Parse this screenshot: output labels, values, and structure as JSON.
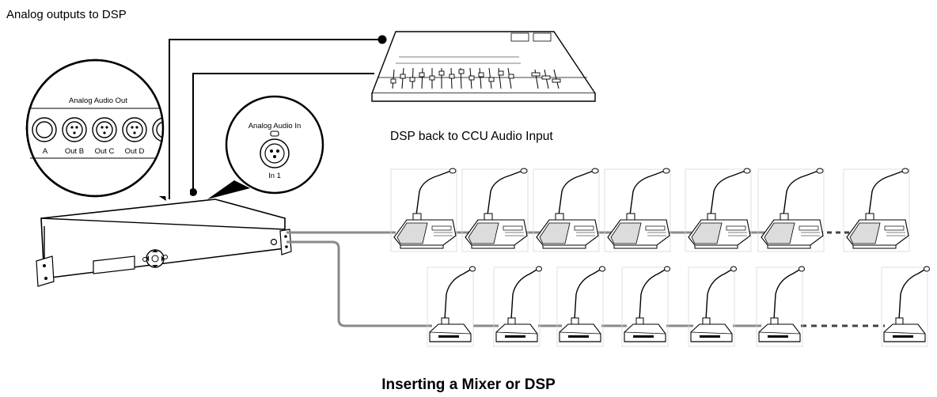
{
  "labels": {
    "outputs": "Analog outputs to DSP",
    "dsp_back": "DSP back to CCU Audio Input",
    "title": "Inserting a Mixer or DSP"
  },
  "callout_out": {
    "heading": "Analog Audio Out",
    "connectors": [
      "A",
      "Out B",
      "Out C",
      "Out D"
    ]
  },
  "callout_in": {
    "heading": "Analog Audio In",
    "connector": "In 1"
  },
  "colors": {
    "line": "#000000",
    "cable": "#8a8a8a",
    "device_fill": "#ffffff",
    "screen": "#e0e0e0"
  },
  "icons": {
    "ccu": "central-control-unit-icon",
    "mixer": "audio-mixer-console-icon",
    "chairman_unit": "chairman-delegate-unit-icon",
    "delegate_unit": "delegate-unit-icon"
  }
}
